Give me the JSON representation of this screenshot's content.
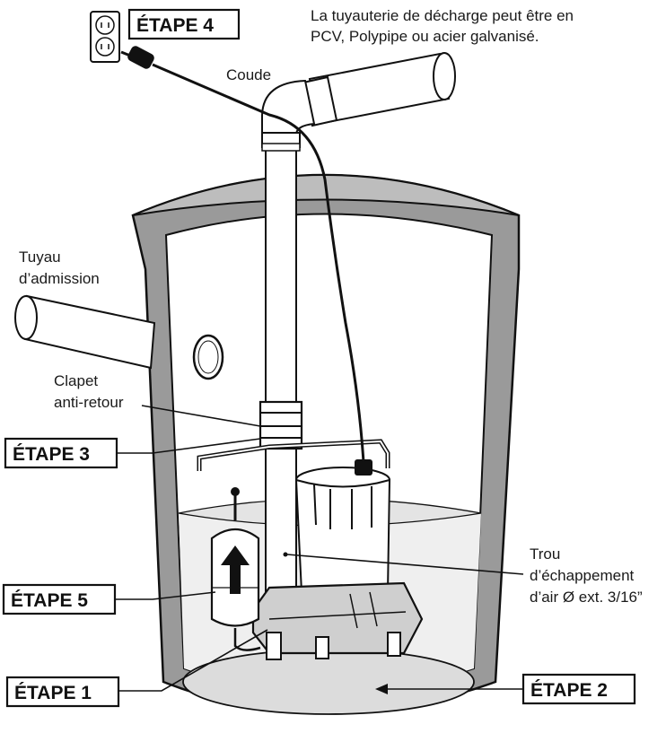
{
  "labels": {
    "discharge_note_line1": "La tuyauterie de décharge peut être en",
    "discharge_note_line2": "PCV, Polypipe ou acier galvanisé.",
    "elbow": "Coude",
    "intake_line1": "Tuyau",
    "intake_line2": "d’admission",
    "check_valve_line1": "Clapet",
    "check_valve_line2": "anti-retour",
    "vent_line1": "Trou",
    "vent_line2": "d’échappement",
    "vent_line3": "d’air Ø ext. 3/16”"
  },
  "steps": {
    "step1": "ÉTAPE 1",
    "step2": "ÉTAPE 2",
    "step3": "ÉTAPE 3",
    "step4": "ÉTAPE 4",
    "step5": "ÉTAPE 5"
  },
  "colors": {
    "ink": "#111111",
    "basin_wall": "#8c8c8c",
    "water": "#efefef",
    "pipe": "#ffffff"
  }
}
